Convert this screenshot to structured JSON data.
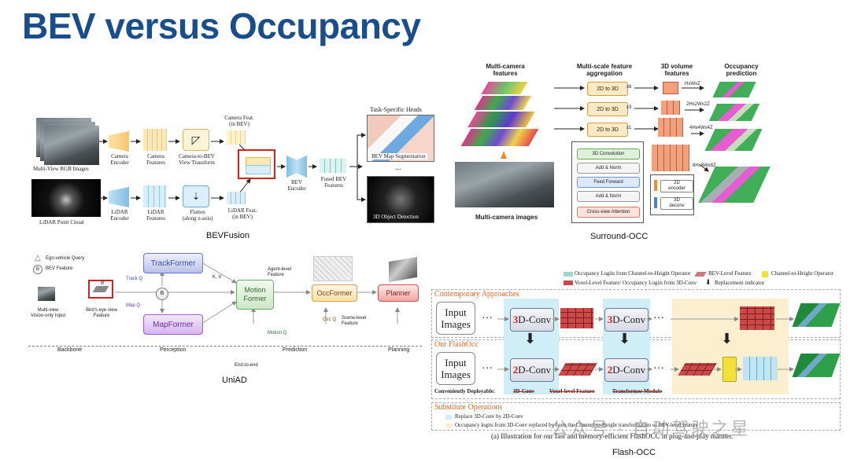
{
  "title": "BEV versus Occupancy",
  "bevfusion": {
    "caption": "BEVFusion",
    "multiview_label": "Multi-View RGB Images",
    "lidar_label": "LiDAR Point Cloud",
    "camera_encoder": "Camera\nEncoder",
    "camera_features": "Camera\nFeatures",
    "cam_to_bev": "Camera-to-BEV\nView Transform",
    "camera_feat_bev": "Camera Feat.\n(in BEV)",
    "lidar_encoder": "LiDAR\nEncoder",
    "lidar_features": "LiDAR\nFeatures",
    "flatten": "Flatten\n(along z-axis)",
    "lidar_feat_bev": "LiDAR Feat.\n(in BEV)",
    "bev_encoder": "BEV\nEncoder",
    "fused_bev": "Fused BEV\nFeatures",
    "heads_title": "Task-Specific Heads",
    "bev_map_seg": "BEV Map Segmentation",
    "ellipsis": "...",
    "obj_det": "3D Object Detection"
  },
  "surroundocc": {
    "caption": "Surround-OCC",
    "col1": "Multi-camera\nfeatures",
    "col2": "Multi-scale feature\naggregation",
    "col3": "3D volume\nfeatures",
    "col4": "Occupancy\nprediction",
    "images_label": "Multi-camera images",
    "to3d": "2D to 3D",
    "x6": "x6",
    "x3": "x3",
    "x1": "x1",
    "dim1": "HxWxZ",
    "dim2": "2Hx2Wx2Z",
    "dim3": "4Hx4Wx4Z",
    "dim4": "8Hx8Wx8Z",
    "conv3d": "3D Convolution",
    "addnorm": "Add & Norm",
    "ff": "Feed Forward",
    "addnorm2": "Add & Norm",
    "cva": "Cross-view Attention",
    "encoder2d": "2D\nencoder",
    "deconv3d": "3D\ndeconv"
  },
  "uniad": {
    "caption": "UniAD",
    "legend_q": "Ego-vehicle Query",
    "legend_b": "BEV Feature",
    "multiview": "Multi-view\nVision-only Input",
    "bev_feature": "Bird's eye view\nFeature",
    "trackformer": "TrackFormer",
    "track_q": "Track Q",
    "mapformer": "MapFormer",
    "map_q": "Map Q",
    "motion": "Motion\nFormer",
    "agent_feat": "Agent-level\nFeature",
    "occformer": "OccFormer",
    "scene_feat": "Scene-level\nFeature",
    "occ_q": "Occ Q",
    "motion_q": "Motion Q",
    "planner": "Planner",
    "backbone": "Backbone",
    "perception": "Perception",
    "prediction": "Prediction",
    "planning": "Planning",
    "end2end": "End-to-end",
    "kv": "K, V",
    "b": "B"
  },
  "flashocc": {
    "caption": "Flash-OCC",
    "legend1": "Occupancy Logits from Channel-to-Height Operator",
    "legend2": "BEV-Level Feature",
    "legend3": "Channel-to-Height Operator",
    "legend4": "Voxel-Level Feature/ Occupancy Logits from 3D-Conv",
    "legend5": "Replacement indicator",
    "contemporary": "Contemporary Approaches",
    "ours": "Our FlashOcc",
    "input_images": "Input\nImages",
    "dots": "…",
    "conv_num3": "3",
    "conv_num2": "2",
    "conv_suffix": "D-Conv",
    "deployable": "Conveniently Deployable:",
    "strike1": "3D-Conv",
    "strike2": "Voxel-level Feature",
    "strike3": "Transformer Module",
    "substitute": "Substitute Operations",
    "sub1": "Replace 3D-Conv by 2D-Conv",
    "sub2": "Occupancy logits from 3D-Conv replaced by from the Channel-to-Height transformation of BEV-level feature",
    "illustration": "(a) Illustration for our fast and memory-efficient FlashOCC in plug-and-play manner.",
    "watermark": "公众号 · 自动驾驶之星"
  },
  "colors": {
    "title": "#1a4d8c",
    "red": "#d0231a",
    "blue_band": "#cfeef7",
    "yellow_band": "#fcefcf"
  }
}
